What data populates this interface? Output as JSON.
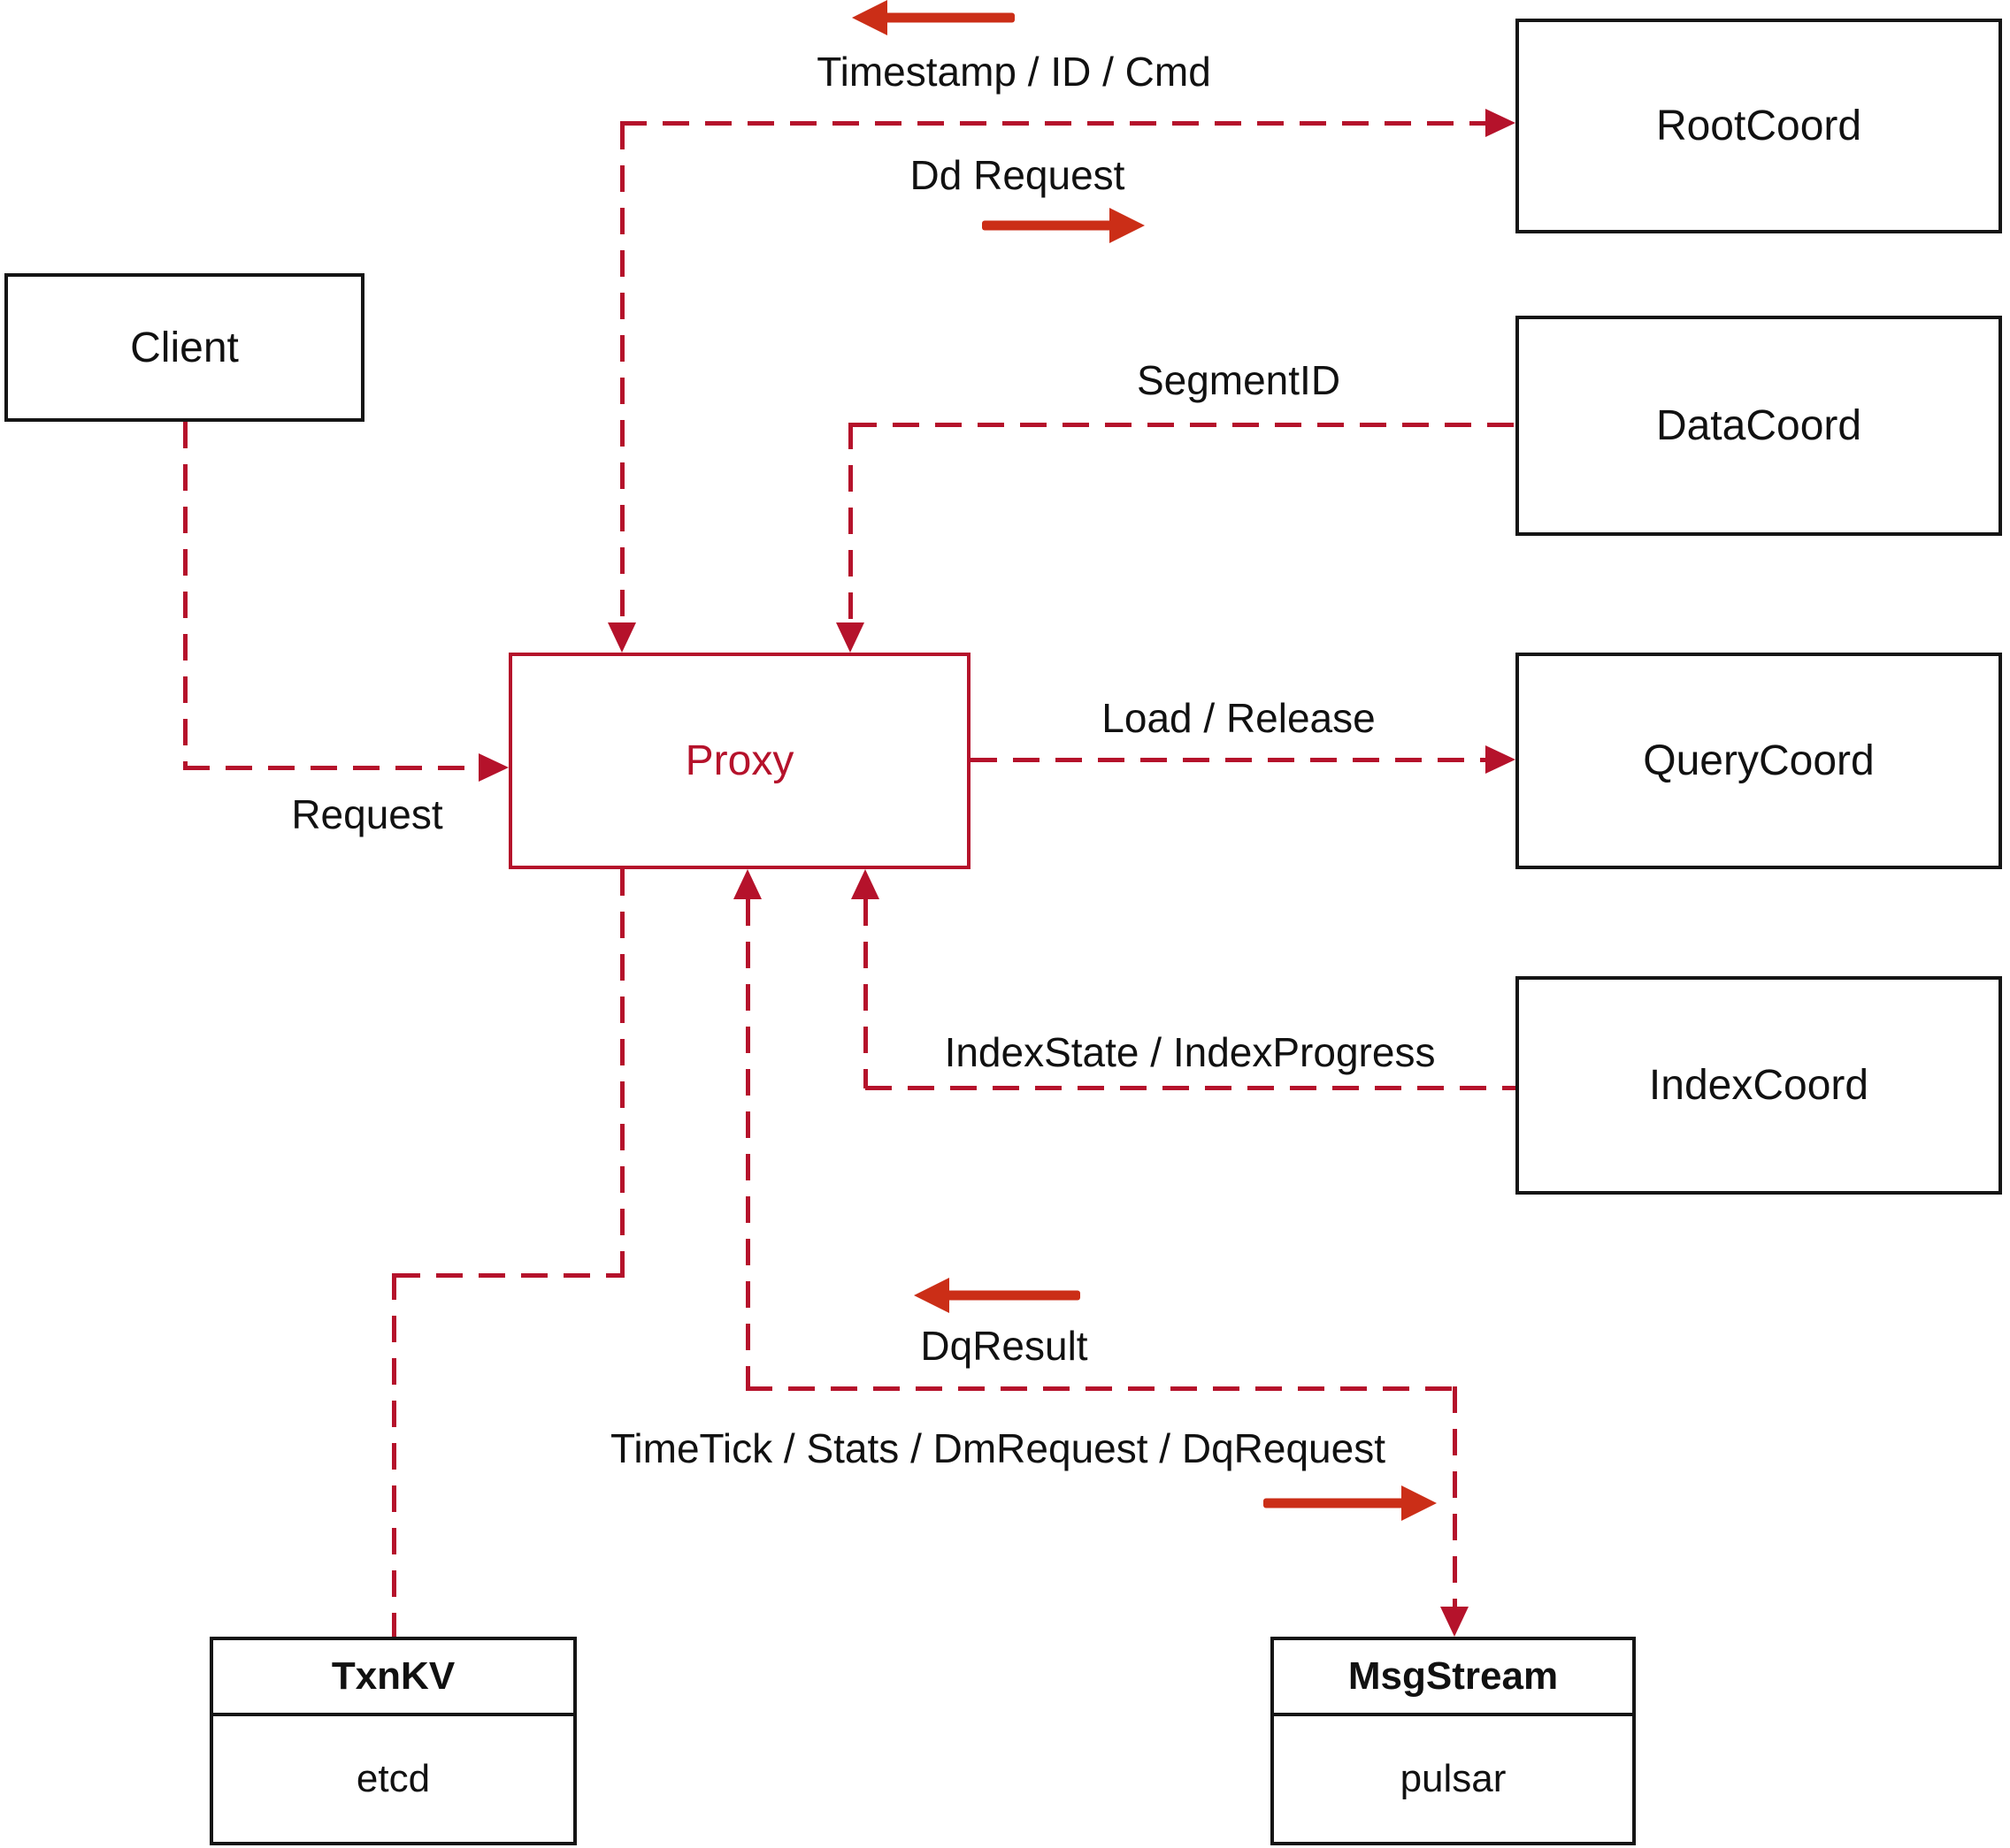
{
  "diagram": {
    "nodes": {
      "client": {
        "label": "Client"
      },
      "proxy": {
        "label": "Proxy"
      },
      "root_coord": {
        "label": "RootCoord"
      },
      "data_coord": {
        "label": "DataCoord"
      },
      "query_coord": {
        "label": "QueryCoord"
      },
      "index_coord": {
        "label": "IndexCoord"
      },
      "txn_kv": {
        "title": "TxnKV",
        "impl": "etcd"
      },
      "msg_stream": {
        "title": "MsgStream",
        "impl": "pulsar"
      }
    },
    "edge_labels": {
      "timestamp": "Timestamp / ID / Cmd",
      "dd_request": "Dd Request",
      "segment_id": "SegmentID",
      "load_release": "Load / Release",
      "request": "Request",
      "index_state": "IndexState / IndexProgress",
      "dq_result": "DqResult",
      "time_tick": "TimeTick / Stats / DmRequest / DqRequest"
    },
    "colors": {
      "line_red": "#b5122b",
      "arrow_red": "#cb2e17",
      "box_border": "#151515",
      "text": "#111111",
      "background": "#ffffff"
    }
  }
}
